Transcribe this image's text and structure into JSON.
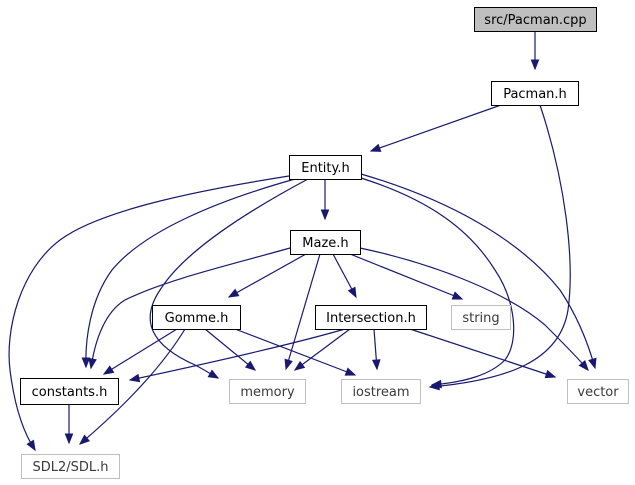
{
  "diagram": {
    "nodes": [
      {
        "id": "src_pacman_cpp",
        "label": "src/Pacman.cpp",
        "style": "root"
      },
      {
        "id": "pacman_h",
        "label": "Pacman.h",
        "style": "internal"
      },
      {
        "id": "entity_h",
        "label": "Entity.h",
        "style": "internal"
      },
      {
        "id": "maze_h",
        "label": "Maze.h",
        "style": "internal"
      },
      {
        "id": "gomme_h",
        "label": "Gomme.h",
        "style": "internal"
      },
      {
        "id": "intersection_h",
        "label": "Intersection.h",
        "style": "internal"
      },
      {
        "id": "string",
        "label": "string",
        "style": "external"
      },
      {
        "id": "constants_h",
        "label": "constants.h",
        "style": "internal"
      },
      {
        "id": "memory",
        "label": "memory",
        "style": "external"
      },
      {
        "id": "iostream",
        "label": "iostream",
        "style": "external"
      },
      {
        "id": "vector",
        "label": "vector",
        "style": "external"
      },
      {
        "id": "sdl2_sdl_h",
        "label": "SDL2/SDL.h",
        "style": "external"
      }
    ],
    "edges": [
      {
        "from": "src_pacman_cpp",
        "to": "pacman_h"
      },
      {
        "from": "pacman_h",
        "to": "entity_h"
      },
      {
        "from": "pacman_h",
        "to": "iostream"
      },
      {
        "from": "entity_h",
        "to": "maze_h"
      },
      {
        "from": "entity_h",
        "to": "sdl2_sdl_h"
      },
      {
        "from": "entity_h",
        "to": "constants_h"
      },
      {
        "from": "entity_h",
        "to": "memory"
      },
      {
        "from": "entity_h",
        "to": "iostream"
      },
      {
        "from": "entity_h",
        "to": "vector"
      },
      {
        "from": "maze_h",
        "to": "gomme_h"
      },
      {
        "from": "maze_h",
        "to": "intersection_h"
      },
      {
        "from": "maze_h",
        "to": "string"
      },
      {
        "from": "maze_h",
        "to": "constants_h"
      },
      {
        "from": "maze_h",
        "to": "memory"
      },
      {
        "from": "maze_h",
        "to": "vector"
      },
      {
        "from": "gomme_h",
        "to": "constants_h"
      },
      {
        "from": "gomme_h",
        "to": "memory"
      },
      {
        "from": "gomme_h",
        "to": "iostream"
      },
      {
        "from": "gomme_h",
        "to": "sdl2_sdl_h"
      },
      {
        "from": "intersection_h",
        "to": "constants_h"
      },
      {
        "from": "intersection_h",
        "to": "memory"
      },
      {
        "from": "intersection_h",
        "to": "iostream"
      },
      {
        "from": "intersection_h",
        "to": "vector"
      },
      {
        "from": "constants_h",
        "to": "sdl2_sdl_h"
      }
    ],
    "colors": {
      "edge": "#191970",
      "root_fill": "#bfbfbf",
      "internal_border": "#000000",
      "external_border": "#bfbfbf",
      "background": "#ffffff"
    }
  }
}
